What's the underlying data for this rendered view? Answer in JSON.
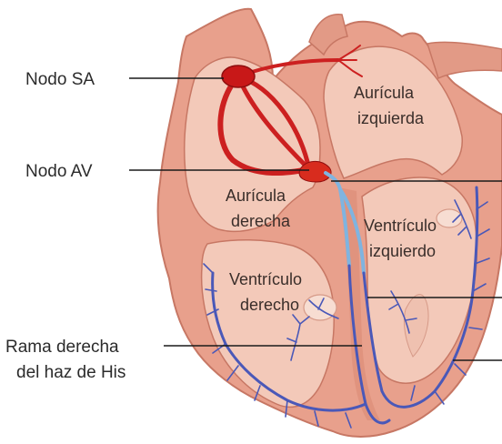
{
  "labels": {
    "nodo_sa": "Nodo SA",
    "nodo_av": "Nodo AV",
    "rama_derecha_l1": "Rama derecha",
    "rama_derecha_l2": "del haz de His"
  },
  "chambers": {
    "auricula_izquierda_l1": "Aurícula",
    "auricula_izquierda_l2": "izquierda",
    "auricula_derecha_l1": "Aurícula",
    "auricula_derecha_l2": "derecha",
    "ventriculo_izquierdo_l1": "Ventrículo",
    "ventriculo_izquierdo_l2": "izquierdo",
    "ventriculo_derecho_l1": "Ventrículo",
    "ventriculo_derecho_l2": "derecho"
  },
  "colors": {
    "tissue": "#e8a08c",
    "tissue_dark": "#c77764",
    "chamber": "#f3c9b9",
    "sa_av_pathway": "#cc2020",
    "his_bundle": "#7fb4e0",
    "purkinje": "#4a58b8",
    "leader_line": "#1a1a1a"
  }
}
